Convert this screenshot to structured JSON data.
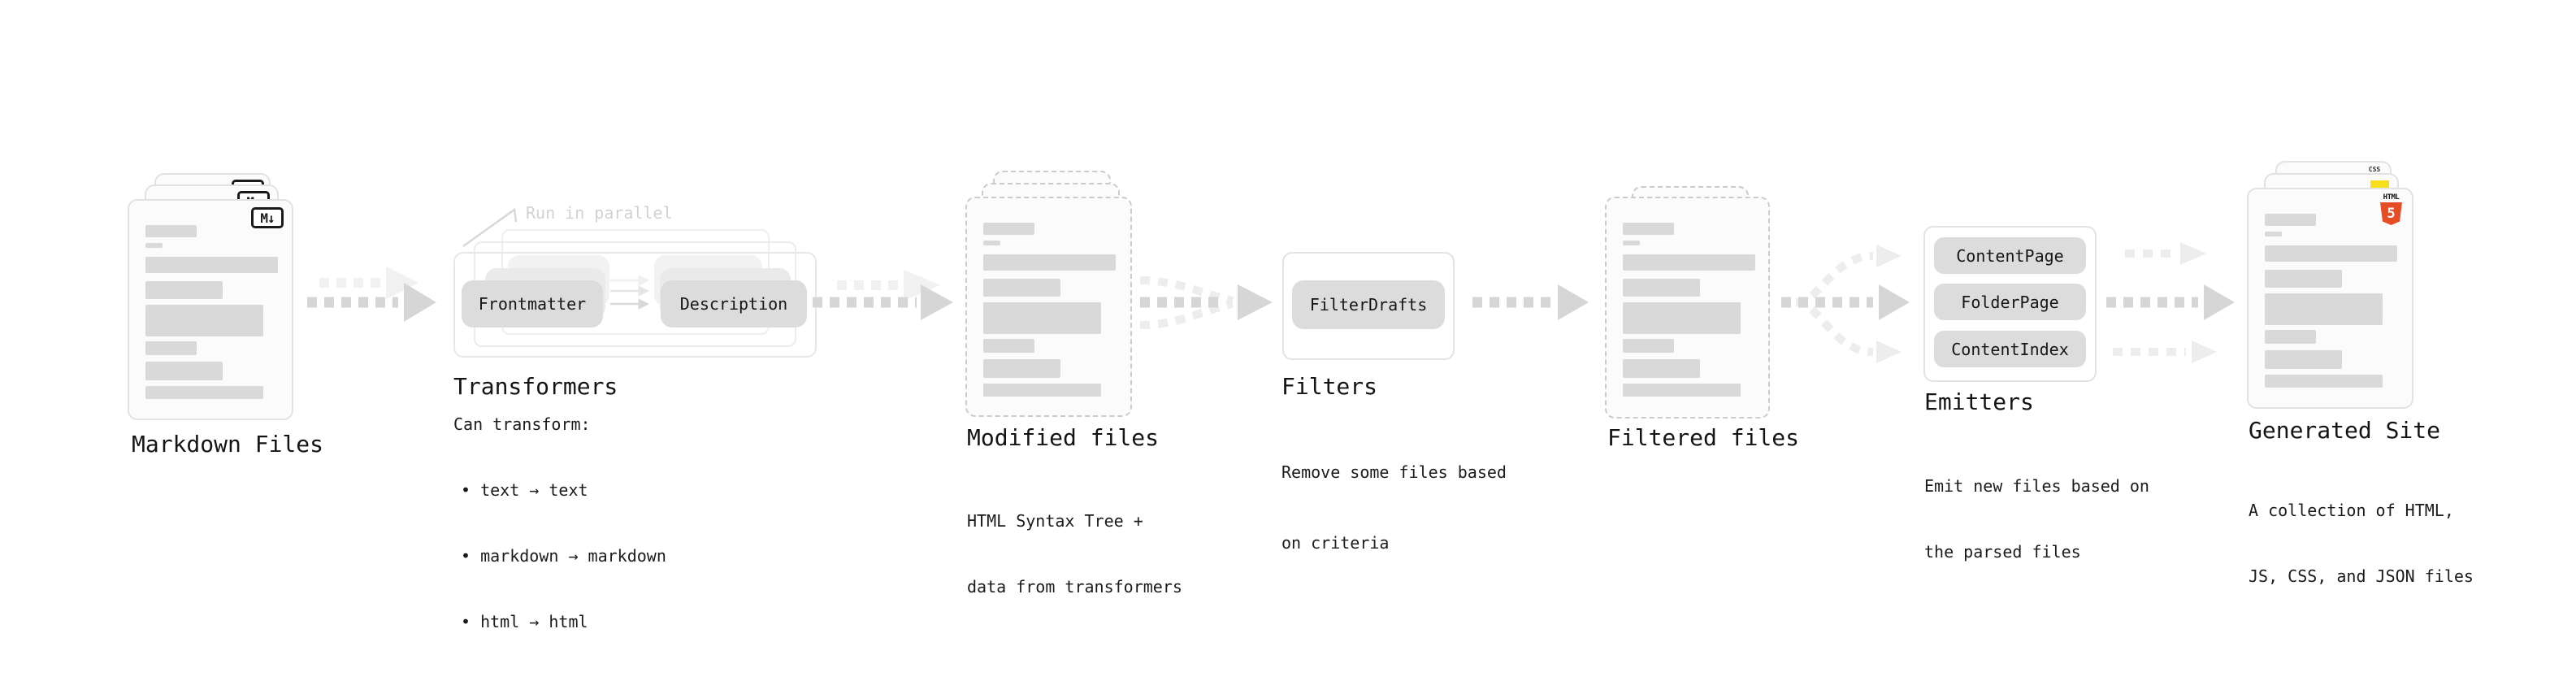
{
  "colors": {
    "arrow-dark": "#d6d6d6",
    "arrow-light": "#ededed",
    "arrow-ghost": "#f1f1f1",
    "pill-fill": "#dcdcdc",
    "ghost-mid": "#eaeaea",
    "ghost-back": "#f2f2f2",
    "line-fill": "#d9d9d9",
    "annotation": "#d2d2d2",
    "js-yellow": "#f7df1e",
    "css-blue": "#1467d3",
    "html-orange": "#e44d26"
  },
  "stages": {
    "markdown": {
      "label": "Markdown Files",
      "badge": "M↓"
    },
    "transformers": {
      "label": "Transformers",
      "annotation": "Run in parallel",
      "pill_left": "Frontmatter",
      "pill_right": "Description",
      "desc_title": "Can transform:",
      "bullets": [
        "• text → text",
        "• markdown → markdown",
        "• html → html"
      ]
    },
    "modified": {
      "label": "Modified files",
      "desc": [
        "HTML Syntax Tree +",
        "data from transformers"
      ]
    },
    "filters": {
      "label": "Filters",
      "pill": "FilterDrafts",
      "desc": [
        "Remove some files based",
        "on criteria"
      ]
    },
    "filtered": {
      "label": "Filtered files"
    },
    "emitters": {
      "label": "Emitters",
      "pills": [
        "ContentPage",
        "FolderPage",
        "ContentIndex"
      ],
      "desc": [
        "Emit new files based on",
        "the parsed files"
      ]
    },
    "generated": {
      "label": "Generated Site",
      "desc": [
        "A collection of HTML,",
        "JS, CSS, and JSON files"
      ],
      "css_badge": "CSS",
      "html_badge_text": "HTML",
      "html_badge_number": "5"
    }
  }
}
